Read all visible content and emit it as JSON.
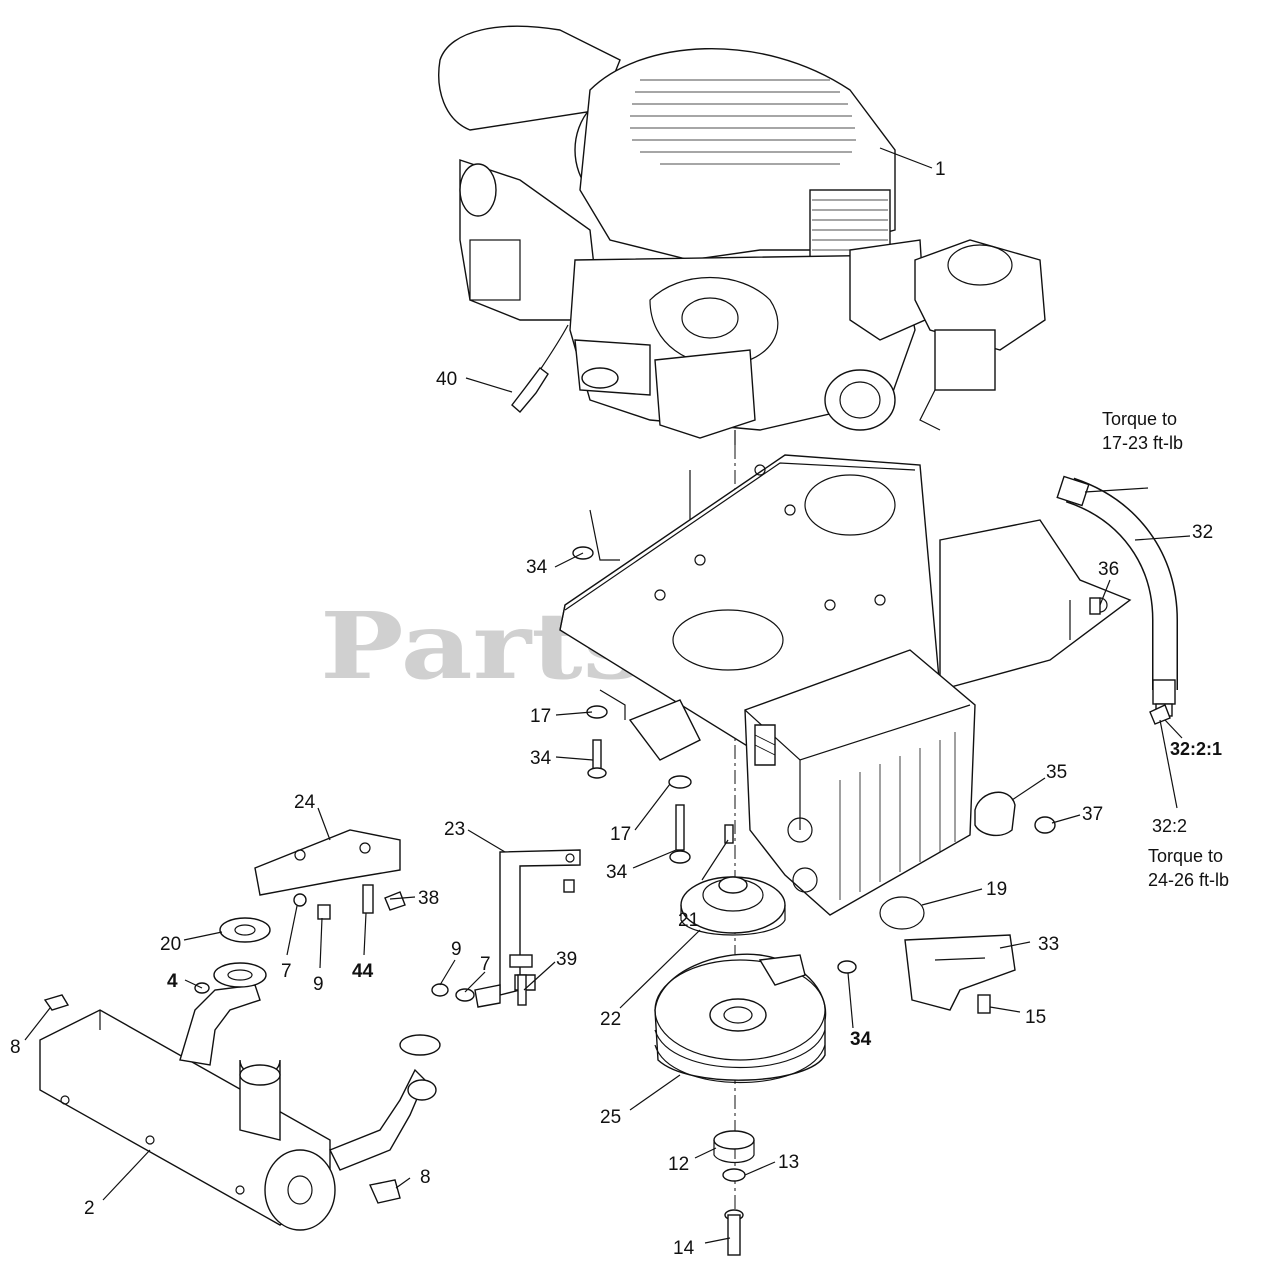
{
  "watermark": "PartsTree",
  "notes": {
    "torque_upper_line1": "Torque to",
    "torque_upper_line2": "17-23 ft-lb",
    "ref_32_2_1": "32:2:1",
    "ref_32_2": "32:2",
    "torque_lower_line1": "Torque to",
    "torque_lower_line2": "24-26 ft-lb"
  },
  "callouts": [
    {
      "id": "c1",
      "text": "1"
    },
    {
      "id": "c40",
      "text": "40"
    },
    {
      "id": "c32",
      "text": "32"
    },
    {
      "id": "c34a",
      "text": "34"
    },
    {
      "id": "c36",
      "text": "36"
    },
    {
      "id": "c17a",
      "text": "17"
    },
    {
      "id": "c34b",
      "text": "34"
    },
    {
      "id": "c35",
      "text": "35"
    },
    {
      "id": "c37",
      "text": "37"
    },
    {
      "id": "c24",
      "text": "24"
    },
    {
      "id": "c23",
      "text": "23"
    },
    {
      "id": "c17b",
      "text": "17"
    },
    {
      "id": "c34c",
      "text": "34"
    },
    {
      "id": "c21",
      "text": "21"
    },
    {
      "id": "c19",
      "text": "19"
    },
    {
      "id": "c38",
      "text": "38"
    },
    {
      "id": "c20",
      "text": "20"
    },
    {
      "id": "c7a",
      "text": "7"
    },
    {
      "id": "c9a",
      "text": "9"
    },
    {
      "id": "c44",
      "text": "44"
    },
    {
      "id": "c9b",
      "text": "9"
    },
    {
      "id": "c7b",
      "text": "7"
    },
    {
      "id": "c39",
      "text": "39"
    },
    {
      "id": "c33",
      "text": "33"
    },
    {
      "id": "c4",
      "text": "4"
    },
    {
      "id": "c22",
      "text": "22"
    },
    {
      "id": "c34d",
      "text": "34"
    },
    {
      "id": "c15",
      "text": "15"
    },
    {
      "id": "c8a",
      "text": "8"
    },
    {
      "id": "c25",
      "text": "25"
    },
    {
      "id": "c12",
      "text": "12"
    },
    {
      "id": "c13",
      "text": "13"
    },
    {
      "id": "c8b",
      "text": "8"
    },
    {
      "id": "c2",
      "text": "2"
    },
    {
      "id": "c14",
      "text": "14"
    }
  ]
}
